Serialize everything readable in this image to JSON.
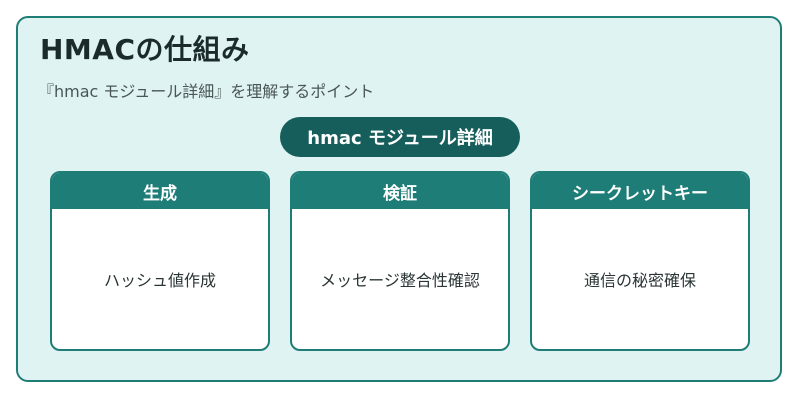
{
  "title": "HMACの仕組み",
  "subtitle": "『hmac モジュール詳細』を理解するポイント",
  "center_label": "hmac モジュール詳細",
  "cards": [
    {
      "header": "生成",
      "body": "ハッシュ値作成"
    },
    {
      "header": "検証",
      "body": "メッセージ整合性確認"
    },
    {
      "header": "シークレットキー",
      "body": "通信の秘密確保"
    }
  ],
  "colors": {
    "background": "#dff3f2",
    "accent": "#1f7d78",
    "pill": "#165e5b"
  }
}
